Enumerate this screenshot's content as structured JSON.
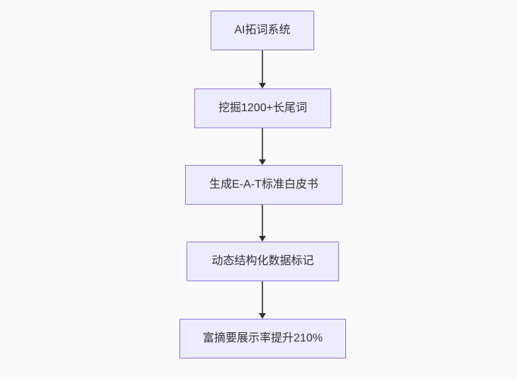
{
  "diagram": {
    "type": "flowchart",
    "direction": "top-down",
    "nodes": [
      {
        "id": "node-1",
        "label": "AI拓词系统"
      },
      {
        "id": "node-2",
        "label": "挖掘1200+长尾词"
      },
      {
        "id": "node-3",
        "label": "生成E-A-T标准白皮书"
      },
      {
        "id": "node-4",
        "label": "动态结构化数据标记"
      },
      {
        "id": "node-5",
        "label": "富摘要展示率提升210%"
      }
    ],
    "edges": [
      {
        "from": "node-1",
        "to": "node-2",
        "style": "arrow-down"
      },
      {
        "from": "node-2",
        "to": "node-3",
        "style": "arrow-down"
      },
      {
        "from": "node-3",
        "to": "node-4",
        "style": "arrow-down"
      },
      {
        "from": "node-4",
        "to": "node-5",
        "style": "arrow-down"
      }
    ],
    "colors": {
      "node_fill": "#ECECFF",
      "node_border": "#9370DB",
      "node_text": "#333333",
      "edge": "#555555",
      "arrowhead": "#333333",
      "background": "#fafafa"
    }
  }
}
